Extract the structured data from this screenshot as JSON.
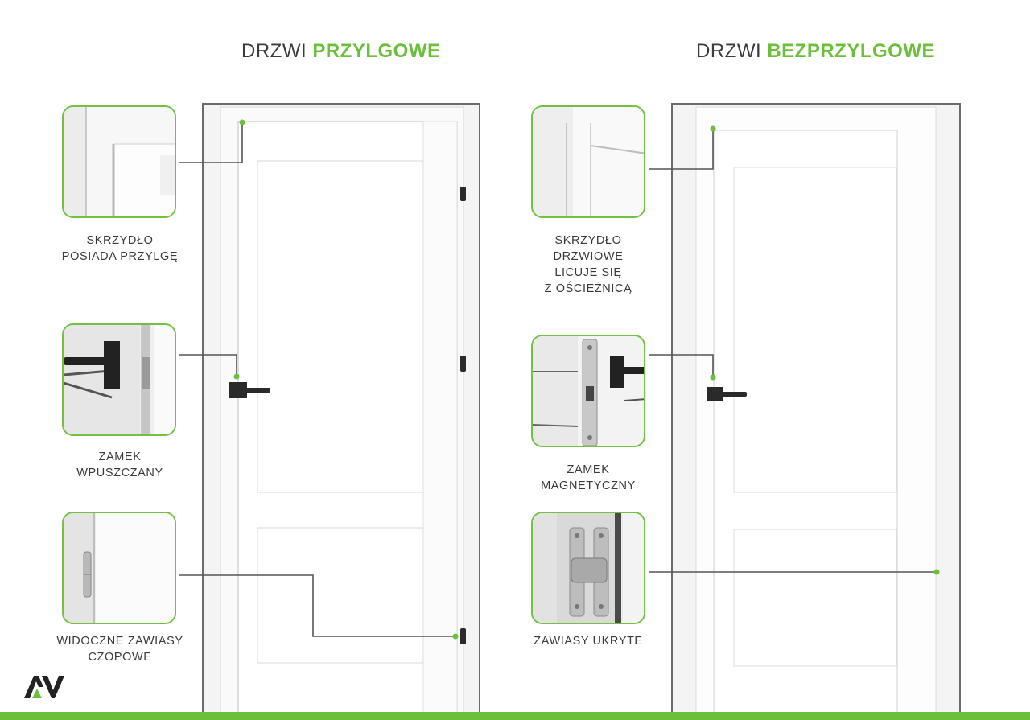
{
  "left": {
    "title_prefix": "DRZWI",
    "title_accent": "PRZYLGOWE",
    "callouts": [
      {
        "lines": [
          "SKRZYDŁO",
          "POSIADA PRZYLGĘ"
        ]
      },
      {
        "lines": [
          "ZAMEK",
          "WPUSZCZANY"
        ]
      },
      {
        "lines": [
          "WIDOCZNE ZAWIASY",
          "CZOPOWE"
        ]
      }
    ]
  },
  "right": {
    "title_prefix": "DRZWI",
    "title_accent": "BEZPRZYLGOWE",
    "callouts": [
      {
        "lines": [
          "SKRZYDŁO",
          "DRZWIOWE",
          "LICUJE SIĘ",
          "Z OŚCIEŻNICĄ"
        ]
      },
      {
        "lines": [
          "ZAMEK",
          "MAGNETYCZNY"
        ]
      },
      {
        "lines": [
          "ZAWIASY UKRYTE"
        ]
      }
    ]
  },
  "logo": {
    "name": "av-logo-icon"
  },
  "colors": {
    "accent": "#6cbf3a",
    "line": "#555555",
    "frame": "#6b6b6b"
  }
}
